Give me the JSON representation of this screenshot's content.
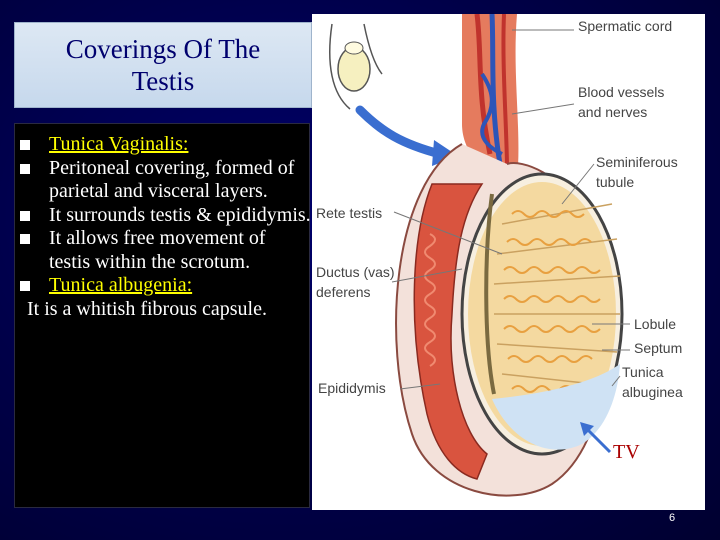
{
  "title": "Coverings Of The Testis",
  "bullets": [
    {
      "text": "Tunica Vaginalis:",
      "style": "yellow-underline"
    },
    {
      "text": "Peritoneal covering, formed of parietal and visceral layers.",
      "style": "white"
    },
    {
      "text": "It surrounds testis & epididymis.",
      "style": "white"
    },
    {
      "text": "It allows free movement of testis within the scrotum.",
      "style": "white"
    },
    {
      "text": "Tunica albugenia:",
      "style": "yellow-underline"
    }
  ],
  "continuation": "It is a whitish fibrous capsule.",
  "diagram_labels": {
    "spermatic_cord": "Spermatic cord",
    "blood_vessels_1": "Blood vessels",
    "blood_vessels_2": "and nerves",
    "seminiferous_1": "Seminiferous",
    "seminiferous_2": "tubule",
    "rete_testis": "Rete testis",
    "ductus_1": "Ductus (vas)",
    "ductus_2": "deferens",
    "lobule": "Lobule",
    "septum": "Septum",
    "tunica_alb_1": "Tunica",
    "tunica_alb_2": "albuginea",
    "epididymis": "Epididymis"
  },
  "tv_label": "TV",
  "page_number": "6",
  "colors": {
    "background": "#000048",
    "title_text": "#00006e",
    "highlight_text": "#ffff00",
    "tv_text": "#aa0000"
  }
}
